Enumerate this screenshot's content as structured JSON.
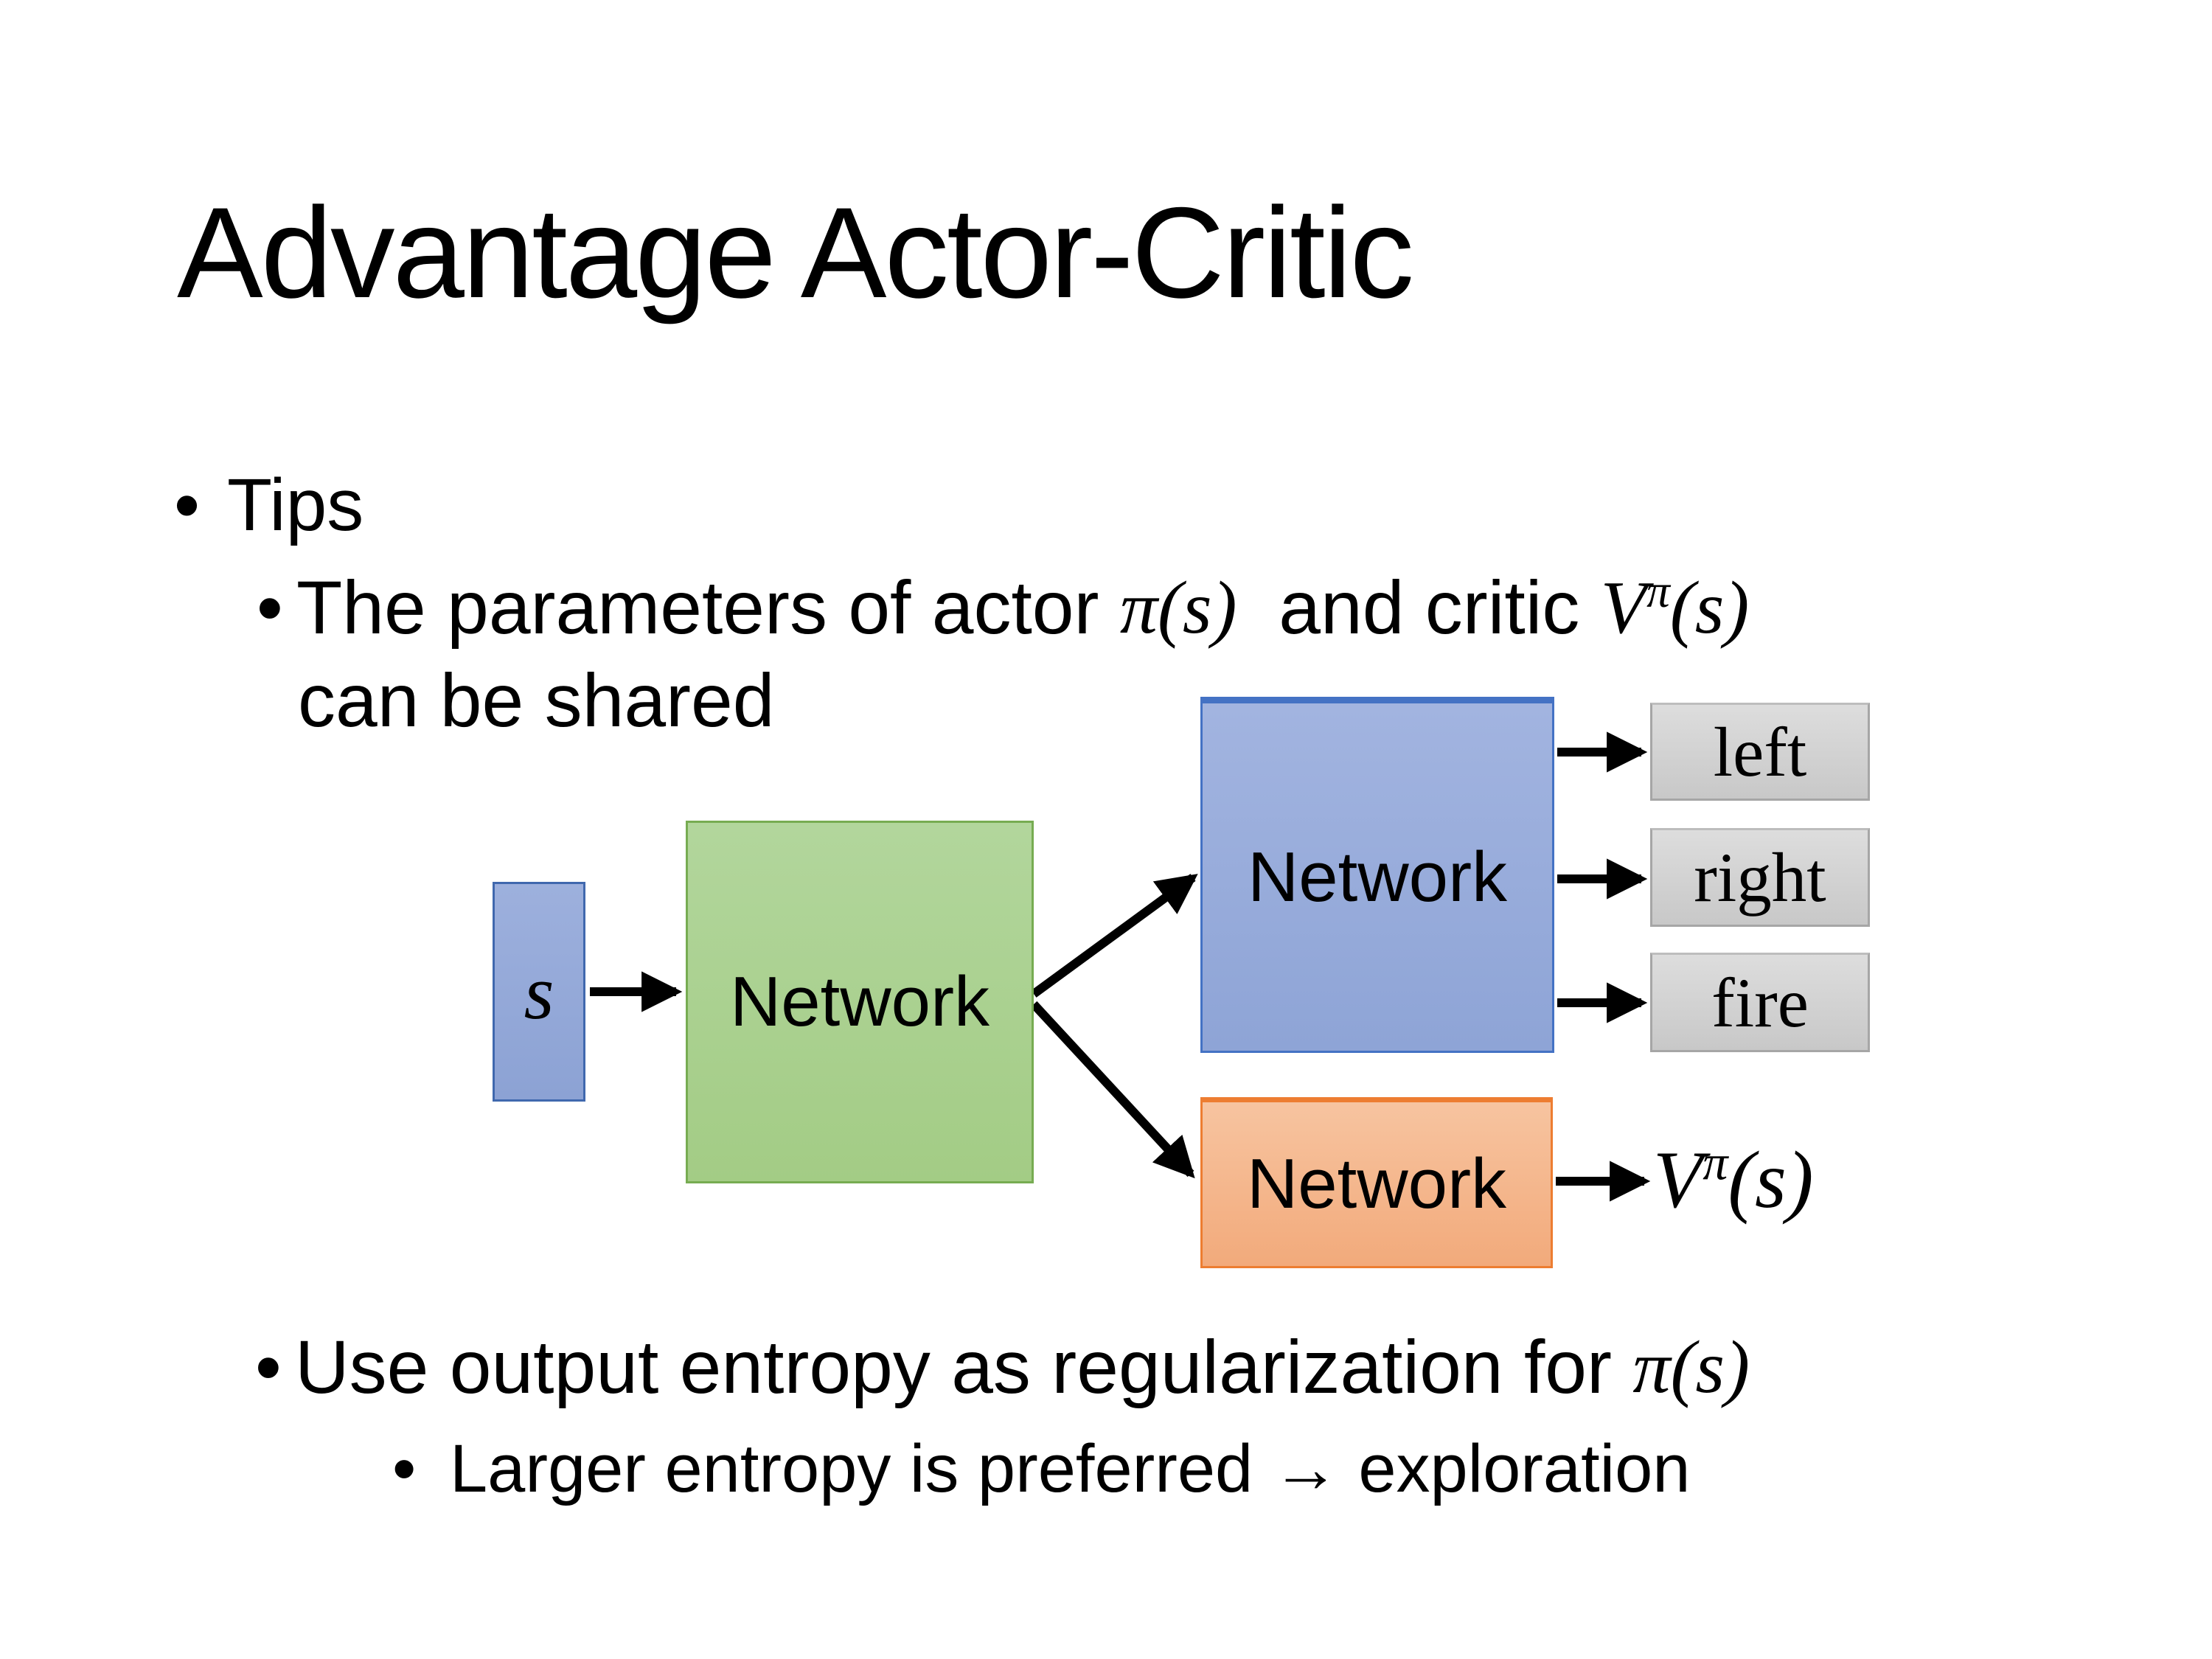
{
  "slide": {
    "title": "Advantage Actor-Critic",
    "bullet_char": "•"
  },
  "bullets": {
    "tips": "Tips",
    "param": {
      "before": "The parameters of actor ",
      "actor_math": "π(s)",
      "mid": "  and critic ",
      "critic_base": "V",
      "critic_sup": "π",
      "critic_args": "(s)",
      "line2": "can be shared"
    },
    "entropy": {
      "before": "Use output entropy as regularization for ",
      "pi_math": "π(s)"
    },
    "exploration": "Larger entropy is preferred → exploration"
  },
  "diagram": {
    "state_label": "s",
    "shared_network_label": "Network",
    "actor_network_label": "Network",
    "critic_network_label": "Network",
    "action_left": "left",
    "action_right": "right",
    "action_fire": "fire",
    "value_base": "V",
    "value_sup": "π",
    "value_args": "(s)"
  },
  "colors": {
    "state-fill-top": "#9DB0DD",
    "state-fill-bottom": "#8CA2D4",
    "state-border": "#4068AE",
    "shared-fill-top": "#B2D69C",
    "shared-fill-bottom": "#A3CC85",
    "shared-border": "#77AC52",
    "actor-fill-top": "#A2B4E0",
    "actor-fill-bottom": "#8EA4D6",
    "actor-border": "#4472C4",
    "critic-fill-top": "#F7C4A0",
    "critic-fill-bottom": "#F2AA7B",
    "critic-border": "#ED7D31",
    "action-fill-top": "#DDDDDD",
    "action-fill-bottom": "#C8C8C8",
    "action-border": "#A6A6A6",
    "arrow": "#000000"
  }
}
